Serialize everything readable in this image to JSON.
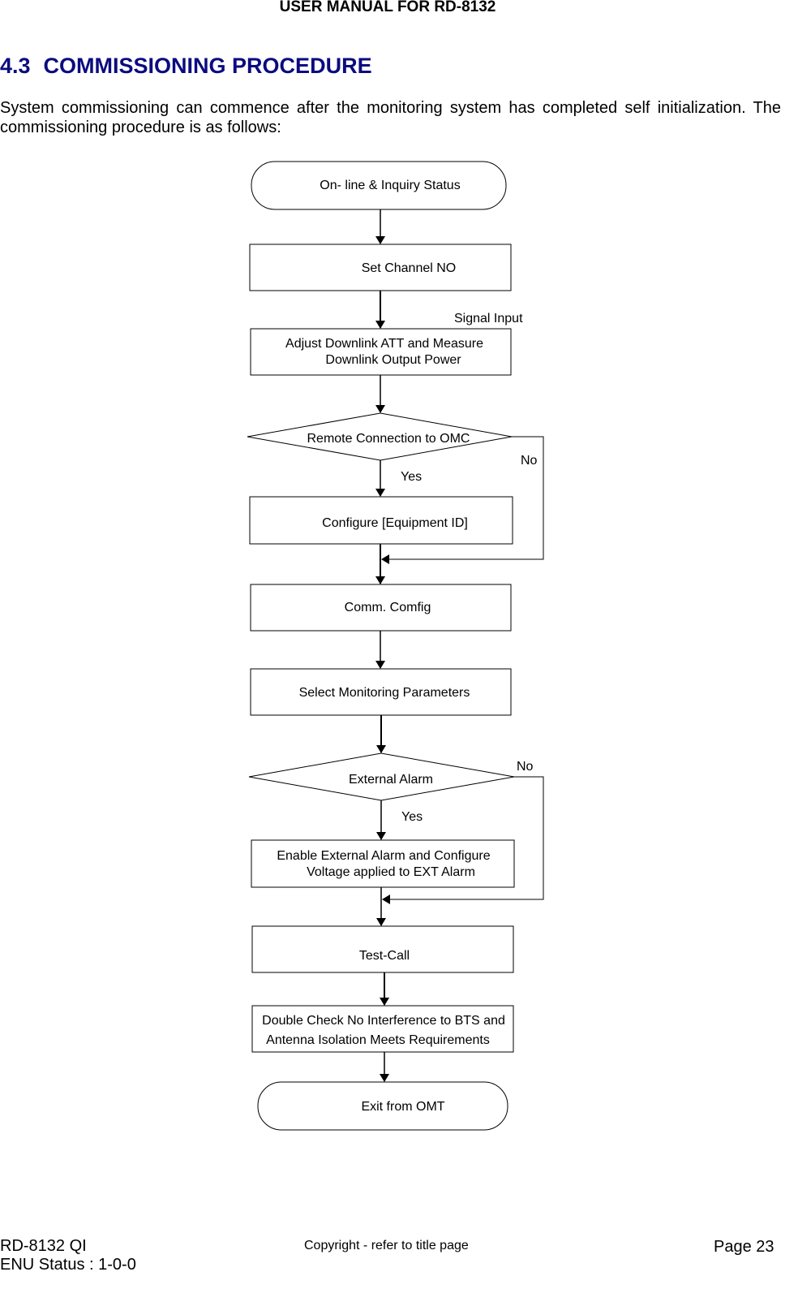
{
  "header": {
    "title": "USER MANUAL FOR RD-8132"
  },
  "section": {
    "number": "4.3",
    "title": "COMMISSIONING PROCEDURE",
    "intro": "System commissioning can commence after the monitoring system has completed self initialization. The commissioning procedure is as follows:"
  },
  "flowchart": {
    "start": "On- line & Inquiry Status",
    "set_channel": "Set Channel NO",
    "signal_input": "Signal Input",
    "adjust_line1": "Adjust Downlink ATT and Measure",
    "adjust_line2": "Downlink Output Power",
    "remote_decision": "Remote Connection to OMC",
    "remote_no": "No",
    "remote_yes": "Yes",
    "configure": "Configure [Equipment ID]",
    "comm_config": "Comm. Comfig",
    "select_params": "Select Monitoring Parameters",
    "alarm_decision": "External Alarm",
    "alarm_no": "No",
    "alarm_yes": "Yes",
    "enable_line1": "Enable External Alarm and Configure",
    "enable_line2": "Voltage applied to EXT Alarm",
    "test_call": "Test-Call",
    "double_line1": "Double Check No Interference to BTS and",
    "double_line2": "Antenna Isolation Meets Requirements",
    "exit": "Exit from OMT"
  },
  "footer": {
    "doc_id": "RD-8132 QI",
    "status": "ENU Status : 1-0-0",
    "copyright": "Copyright - refer to title page",
    "page": "Page 23"
  }
}
